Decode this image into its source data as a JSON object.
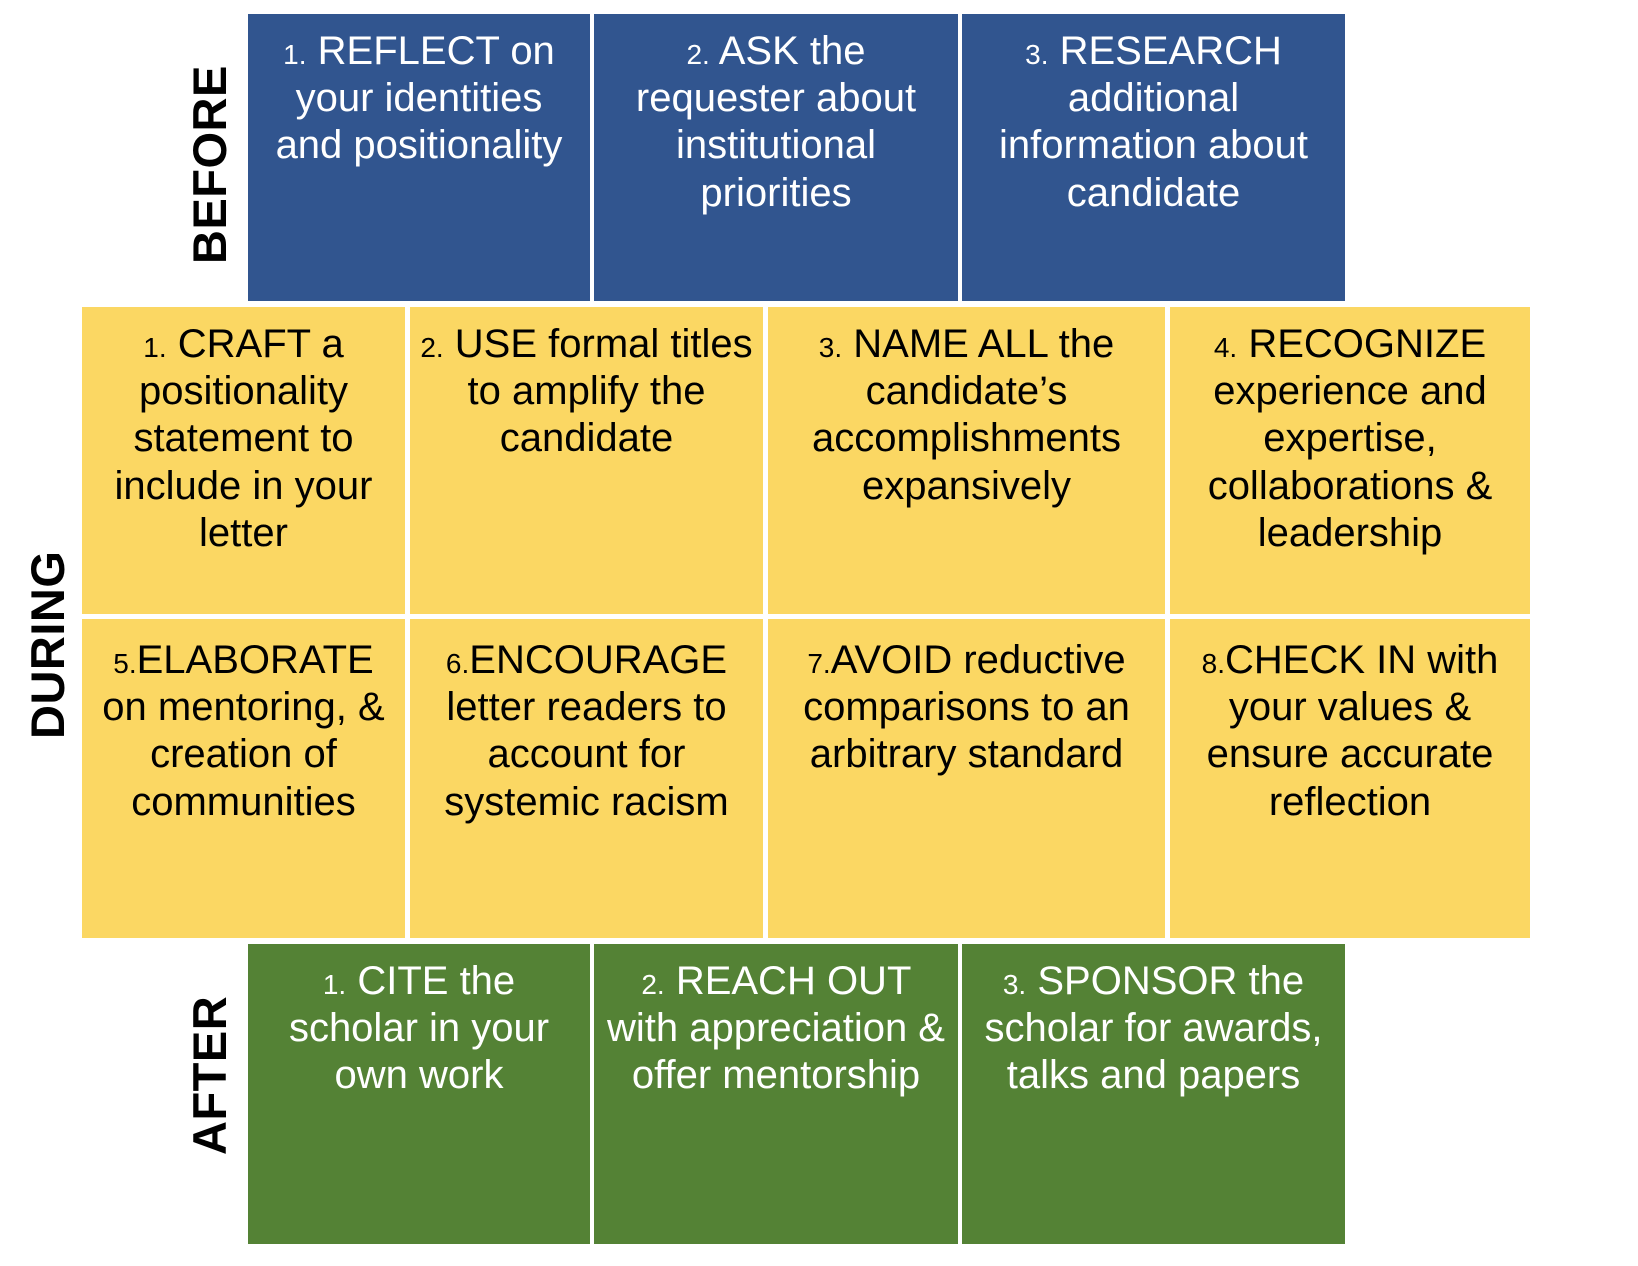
{
  "stages": {
    "before": {
      "label": "BEFORE",
      "color": "#31558F",
      "text_color": "#ffffff"
    },
    "during": {
      "label": "DURING",
      "color": "#FBD763",
      "text_color": "#000000"
    },
    "after": {
      "label": "AFTER",
      "color": "#548235",
      "text_color": "#ffffff"
    }
  },
  "before_items": [
    {
      "number": "1.",
      "action": "REFLECT",
      "detail": "on your identities and positionality"
    },
    {
      "number": "2.",
      "action": "ASK the",
      "detail": "requester about institutional priorities"
    },
    {
      "number": "3.",
      "action": "RESEARCH",
      "detail": "additional information about candidate"
    }
  ],
  "during_items": [
    {
      "number": "1.",
      "action": "CRAFT",
      "detail": "a positionality statement to include in your letter"
    },
    {
      "number": "2.",
      "action": "USE formal",
      "detail": "titles to amplify the candidate"
    },
    {
      "number": "3.",
      "action": "NAME ALL",
      "detail": "the candidate’s accomplishments expansively"
    },
    {
      "number": "4.",
      "action": "RECOGNIZE",
      "detail": "experience and expertise, collaborations & leadership"
    },
    {
      "number": "5.",
      "action": "ELABORATE",
      "detail": "on mentoring, & creation of communities"
    },
    {
      "number": "6.",
      "action": "ENCOURAGE",
      "detail": "letter readers to account for systemic racism"
    },
    {
      "number": "7.",
      "action": "AVOID reductive",
      "detail": "comparisons to an arbitrary standard"
    },
    {
      "number": "8.",
      "action": "CHECK IN with",
      "detail": "your values & ensure accurate reflection"
    }
  ],
  "after_items": [
    {
      "number": "1.",
      "action": "CITE",
      "detail": "the scholar in your own work"
    },
    {
      "number": "2.",
      "action": "REACH OUT",
      "detail": "with appreciation & offer mentorship"
    },
    {
      "number": "3.",
      "action": "SPONSOR",
      "detail": "the scholar for awards, talks and papers"
    }
  ]
}
